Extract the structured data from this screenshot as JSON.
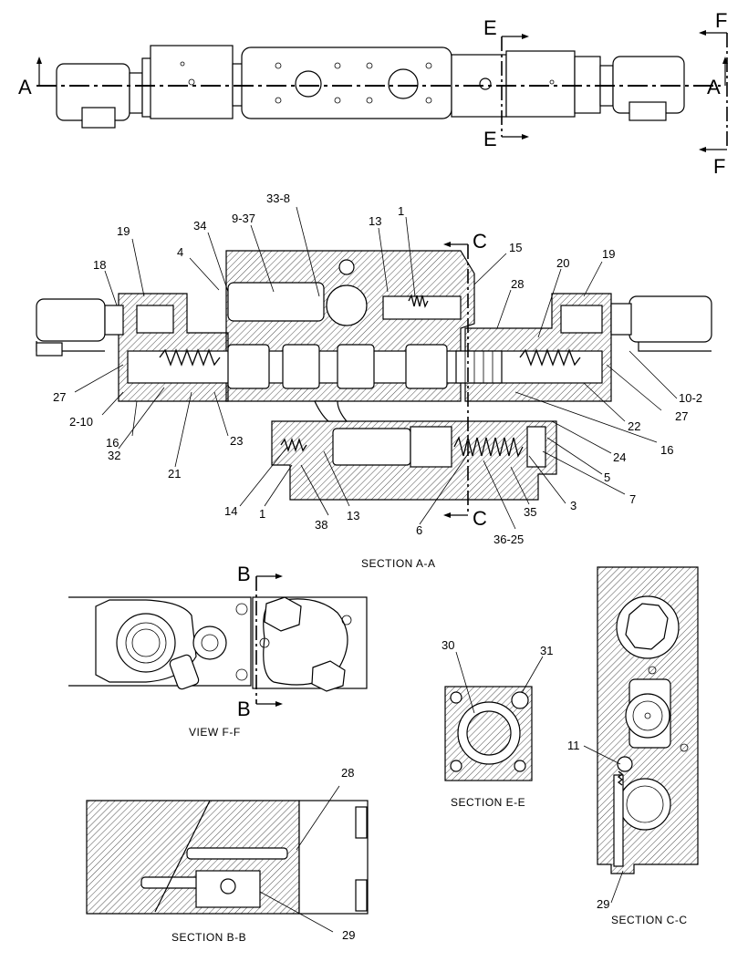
{
  "top_view": {
    "section_a_left": "A",
    "section_a_right": "A",
    "section_e_top": "E",
    "section_e_bottom": "E",
    "section_f_top": "F",
    "section_f_bottom": "F"
  },
  "section_aa": {
    "caption": "SECTION A-A",
    "section_c_top": "C",
    "section_c_bottom": "C",
    "callouts": {
      "c19_left": "19",
      "c18": "18",
      "c34": "34",
      "c4": "4",
      "c9_37": "9-37",
      "c33_8": "33-8",
      "c13_top": "13",
      "c1_top": "1",
      "c15": "15",
      "c28": "28",
      "c20": "20",
      "c19_right": "19",
      "c27_left": "27",
      "c2_10": "2-10",
      "c16_left": "16",
      "c32": "32",
      "c21": "21",
      "c23": "23",
      "c14": "14",
      "c1_bottom": "1",
      "c38": "38",
      "c13_bottom": "13",
      "c6": "6",
      "c36_25": "36-25",
      "c35": "35",
      "c3": "3",
      "c7": "7",
      "c5": "5",
      "c24": "24",
      "c16_right": "16",
      "c27_right": "27",
      "c22": "22",
      "c10_2": "10-2"
    }
  },
  "view_ff": {
    "caption": "VIEW F-F",
    "section_b_top": "B",
    "section_b_bottom": "B"
  },
  "section_ee": {
    "caption": "SECTION E-E",
    "c30": "30",
    "c31": "31"
  },
  "section_cc": {
    "caption": "SECTION C-C",
    "c11": "11",
    "c29": "29"
  },
  "section_bb": {
    "caption": "SECTION B-B",
    "c28": "28",
    "c29": "29"
  }
}
